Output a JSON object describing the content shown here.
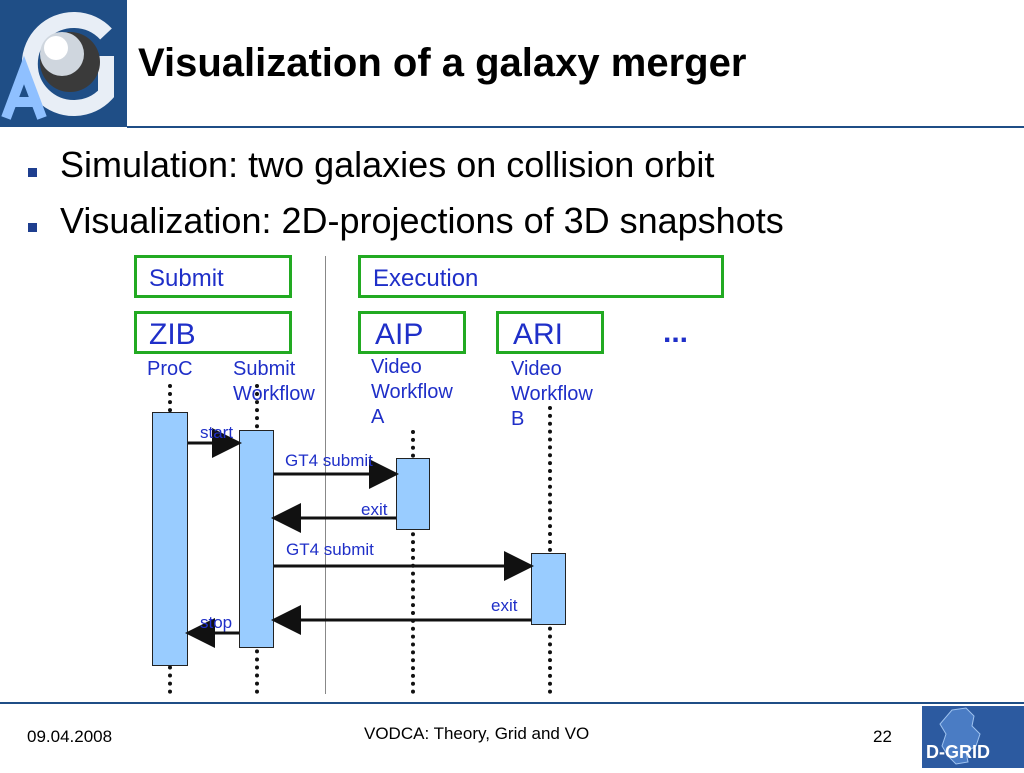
{
  "header": {
    "title": "Visualization of a galaxy merger"
  },
  "bullets": [
    "Simulation: two galaxies on collision orbit",
    "Visualization: 2D-projections of 3D snapshots"
  ],
  "diagram": {
    "groups": {
      "submit": "Submit",
      "execution": "Execution"
    },
    "sites": {
      "zib": "ZIB",
      "aip": "AIP",
      "ari": "ARI",
      "more": "..."
    },
    "lanes": {
      "proc": "ProC",
      "submit_workflow": [
        "Submit",
        "Workflow"
      ],
      "video_a": [
        "Video",
        "Workflow",
        "A"
      ],
      "video_b": [
        "Video",
        "Workflow",
        "B"
      ]
    },
    "messages": {
      "start": "start",
      "gt4_submit_a": "GT4 submit",
      "exit_a": "exit",
      "gt4_submit_b": "GT4 submit",
      "exit_b": "exit",
      "stop": "stop"
    }
  },
  "footer": {
    "date": "09.04.2008",
    "center": "VODCA: Theory, Grid and VO",
    "page": "22",
    "logo_text": "D-GRID"
  },
  "colors": {
    "brand_blue": "#1f4e86",
    "box_green": "#22aa22",
    "text_blue": "#1f2fc8",
    "activation": "#99ccff"
  }
}
